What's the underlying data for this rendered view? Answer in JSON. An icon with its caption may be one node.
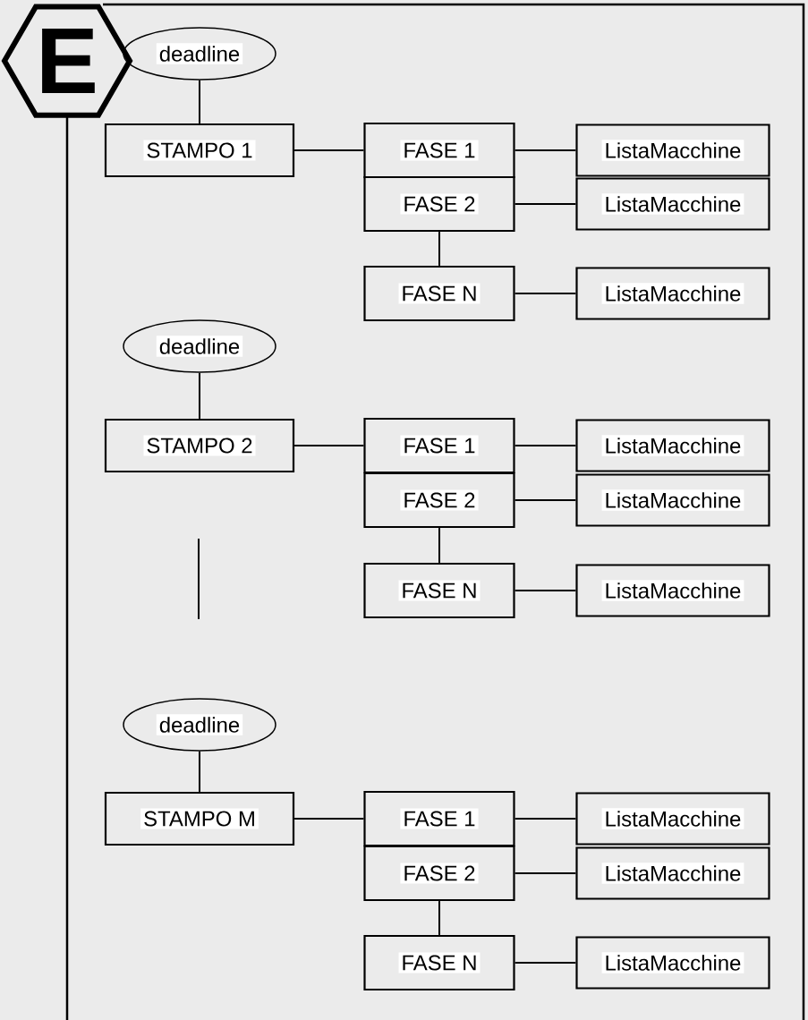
{
  "diagram": {
    "nodes": [
      {
        "text": [
          "E"
        ]
      },
      {
        "text": [
          "deadline"
        ]
      },
      {
        "text": [
          "STAMPO 1"
        ]
      },
      {
        "text": [
          "FASE 1"
        ]
      },
      {
        "text": [
          "ListaMacchine"
        ]
      },
      {
        "text": [
          "FASE 2"
        ]
      },
      {
        "text": [
          "ListaMacchine"
        ]
      },
      {
        "text": [
          "FASE N"
        ]
      },
      {
        "text": [
          "ListaMacchine"
        ]
      },
      {
        "text": [
          "deadline"
        ]
      },
      {
        "text": [
          "STAMPO 2"
        ]
      },
      {
        "text": [
          "FASE 1"
        ]
      },
      {
        "text": [
          "ListaMacchine"
        ]
      },
      {
        "text": [
          "FASE 2"
        ]
      },
      {
        "text": [
          "ListaMacchine"
        ]
      },
      {
        "text": [
          "FASE N"
        ]
      },
      {
        "text": [
          "ListaMacchine"
        ]
      },
      {
        "text": [
          "deadline"
        ]
      },
      {
        "text": [
          "STAMPO M"
        ]
      },
      {
        "text": [
          "FASE 1"
        ]
      },
      {
        "text": [
          "ListaMacchine"
        ]
      },
      {
        "text": [
          "FASE 2"
        ]
      },
      {
        "text": [
          "ListaMacchine"
        ]
      },
      {
        "text": [
          "FASE N"
        ]
      },
      {
        "text": [
          "ListaMacchine"
        ]
      }
    ],
    "edges": [
      {
        "from": 1,
        "to": 2,
        "arrow": "none"
      },
      {
        "from": 2,
        "to": 3,
        "arrow": "none"
      },
      {
        "from": 3,
        "to": 4,
        "arrow": "none"
      },
      {
        "from": 5,
        "to": 6,
        "arrow": "none"
      },
      {
        "from": 5,
        "to": 7,
        "arrow": "none"
      },
      {
        "from": 7,
        "to": 8,
        "arrow": "none"
      },
      {
        "from": 9,
        "to": 10,
        "arrow": "none"
      },
      {
        "from": 10,
        "to": 11,
        "arrow": "none"
      },
      {
        "from": 11,
        "to": 12,
        "arrow": "none"
      },
      {
        "from": 13,
        "to": 14,
        "arrow": "none"
      },
      {
        "from": 13,
        "to": 15,
        "arrow": "none"
      },
      {
        "from": 15,
        "to": 16,
        "arrow": "none"
      },
      {
        "from": 17,
        "to": 18,
        "arrow": "none"
      },
      {
        "from": 18,
        "to": 19,
        "arrow": "none"
      },
      {
        "from": 19,
        "to": 20,
        "arrow": "none"
      },
      {
        "from": 21,
        "to": 22,
        "arrow": "none"
      },
      {
        "from": 21,
        "to": 23,
        "arrow": "none"
      },
      {
        "from": 23,
        "to": 24,
        "arrow": "none"
      }
    ]
  }
}
